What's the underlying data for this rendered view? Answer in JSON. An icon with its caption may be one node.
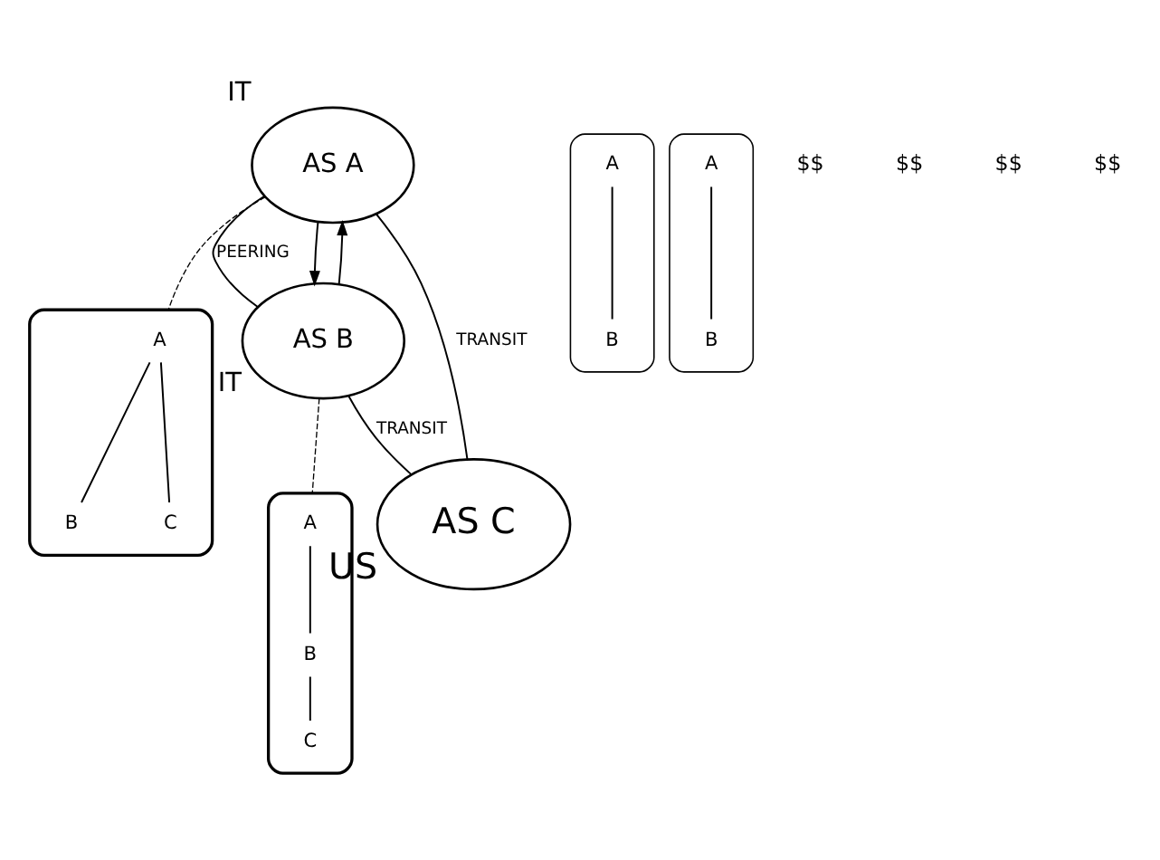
{
  "diagram": {
    "nodes": [
      {
        "text": [
          "AS A"
        ],
        "beside": [
          "IT"
        ]
      },
      {
        "text": [
          "AS B"
        ],
        "beside": [
          "IT"
        ]
      },
      {
        "text": [
          "AS C"
        ],
        "beside": [
          "US"
        ]
      },
      {
        "text": [],
        "shape": "cloud"
      },
      {
        "text": [
          "A"
        ],
        "in": 3
      },
      {
        "text": [
          "B"
        ],
        "in": 3
      },
      {
        "text": [
          "C"
        ],
        "in": 3
      },
      {
        "text": [],
        "shape": "cloud"
      },
      {
        "text": [
          "A"
        ],
        "in": 7
      },
      {
        "text": [
          "B"
        ],
        "in": 7
      },
      {
        "text": [
          "C"
        ],
        "in": 7
      },
      {
        "text": [],
        "shape": "bubble"
      },
      {
        "text": [
          "A"
        ],
        "in": 11
      },
      {
        "text": [
          "B"
        ],
        "in": 11
      },
      {
        "text": [],
        "shape": "bubble"
      },
      {
        "text": [
          "A"
        ],
        "in": 14
      },
      {
        "text": [
          "B"
        ],
        "in": 14
      }
    ],
    "edges": [
      {
        "from": 0,
        "to": 3,
        "arrow": "none",
        "style": "dashed"
      },
      {
        "from": 4,
        "to": 5,
        "arrow": "none"
      },
      {
        "from": 4,
        "to": 6,
        "arrow": "none"
      },
      {
        "from": 0,
        "to": 2,
        "label": "TRANSIT",
        "arrow": "none"
      },
      {
        "from": 1,
        "to": 0,
        "arrow": "to"
      },
      {
        "from": 0,
        "to": 1,
        "label": "PEERING",
        "arrow": "none"
      },
      {
        "from": 0,
        "to": 1,
        "arrow": "to"
      },
      {
        "from": 12,
        "to": 13,
        "arrow": "none"
      },
      {
        "from": 15,
        "to": 16,
        "arrow": "none"
      },
      {
        "from": 1,
        "to": 2,
        "label": "TRANSIT",
        "arrow": "none"
      },
      {
        "from": 1,
        "to": 7,
        "arrow": "none",
        "style": "dashed"
      },
      {
        "from": 8,
        "to": 9,
        "arrow": "none"
      },
      {
        "from": 9,
        "to": 10,
        "arrow": "none"
      }
    ],
    "labels": [
      "$$",
      "$$",
      "$$",
      "$$"
    ]
  }
}
